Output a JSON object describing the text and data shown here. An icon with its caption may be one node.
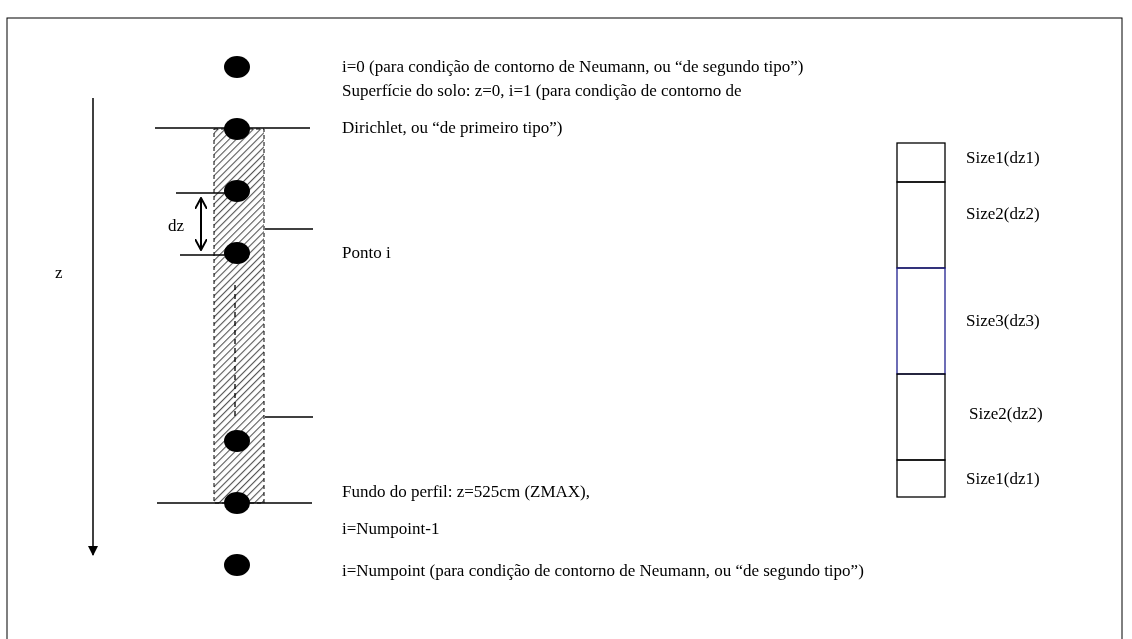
{
  "diagram": {
    "labels": [
      "i=0 (para condição de contorno de Neumann, ou “de segundo tipo”)",
      "Superfície do solo: z=0, i=1 (para condição de contorno de Dirichlet, ou “de primeiro tipo”)",
      "Size1(dz1)",
      "Size2(dz2)",
      "dz",
      "Ponto i",
      "z",
      "Size3(dz3)",
      "Size2(dz2)",
      "Fundo do perfil: z=525cm (ZMAX), i=Numpoint-1",
      "Size1(dz1)",
      "i=Numpoint (para condição de contorno de Neumann, ou “de segundo tipo”)"
    ]
  }
}
